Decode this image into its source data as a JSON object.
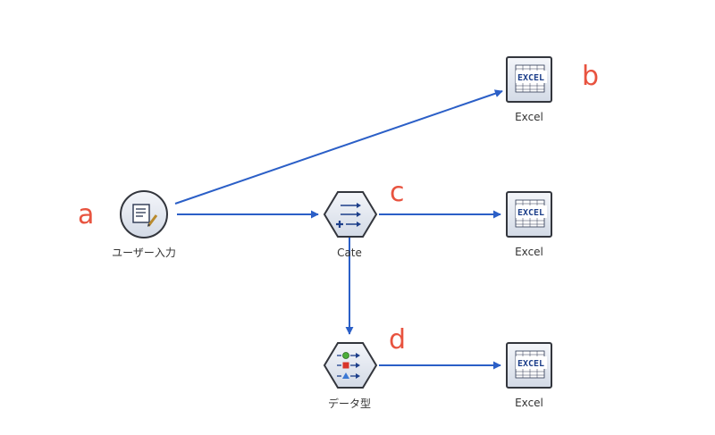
{
  "diagram": {
    "nodes": {
      "user_input": {
        "label": "ユーザー入力",
        "icon": "user-input-node-icon"
      },
      "cate": {
        "label": "Cate",
        "icon": "derive-node-icon"
      },
      "data_type": {
        "label": "データ型",
        "icon": "type-node-icon"
      },
      "excel_b": {
        "label": "Excel",
        "icon": "excel-export-icon"
      },
      "excel_c": {
        "label": "Excel",
        "icon": "excel-export-icon"
      },
      "excel_d": {
        "label": "Excel",
        "icon": "excel-export-icon"
      }
    },
    "excel_icon_text": "EXCEL",
    "annotations": {
      "a": "a",
      "b": "b",
      "c": "c",
      "d": "d"
    },
    "edges": [
      {
        "from": "user_input",
        "to": "excel_b"
      },
      {
        "from": "user_input",
        "to": "cate"
      },
      {
        "from": "cate",
        "to": "excel_c"
      },
      {
        "from": "cate",
        "to": "data_type"
      },
      {
        "from": "data_type",
        "to": "excel_d"
      }
    ],
    "colors": {
      "edge": "#2b5fc7",
      "annotation": "#e8533f",
      "node_fill": "#e3e8f0",
      "node_stroke": "#33363d"
    }
  }
}
